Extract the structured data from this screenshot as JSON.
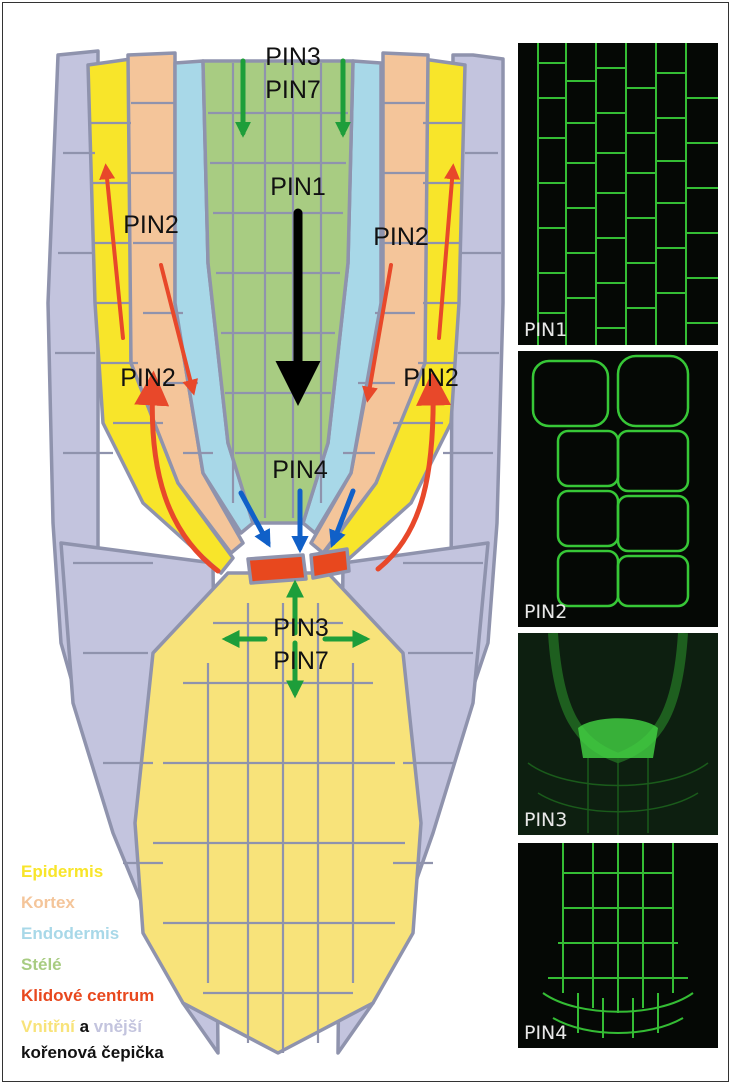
{
  "diagram_labels": {
    "pin3_top": "PIN3",
    "pin7_top": "PIN7",
    "pin1": "PIN1",
    "pin2_upper_left": "PIN2",
    "pin2_upper_right": "PIN2",
    "pin2_lower_left": "PIN2",
    "pin2_lower_right": "PIN2",
    "pin4": "PIN4",
    "pin3_bottom": "PIN3",
    "pin7_bottom": "PIN7"
  },
  "panels": [
    {
      "label": "PIN1"
    },
    {
      "label": "PIN2"
    },
    {
      "label": "PIN3"
    },
    {
      "label": "PIN4"
    }
  ],
  "legend": {
    "epidermis": "Epidermis",
    "kortex": "Kortex",
    "endodermis": "Endodermis",
    "stele": "Stélé",
    "klidove_centrum": "Klidové centrum",
    "inner": "Vnitřní",
    "and": " a ",
    "outer": "vnější",
    "root_cap": "kořenová čepička"
  },
  "colors": {
    "epidermis": "#f8e52a",
    "kortex": "#f4c59a",
    "endodermis": "#a8d8e8",
    "stele": "#a8cc82",
    "quiescent_center": "#e8481e",
    "inner_root_cap": "#f8e37a",
    "outer_root_cap": "#c3c4de",
    "arrow_green": "#1e9e3a",
    "arrow_red": "#e8482a",
    "arrow_blue": "#1060c8",
    "arrow_black": "#000000",
    "confocal_green": "#3ddc3d"
  }
}
